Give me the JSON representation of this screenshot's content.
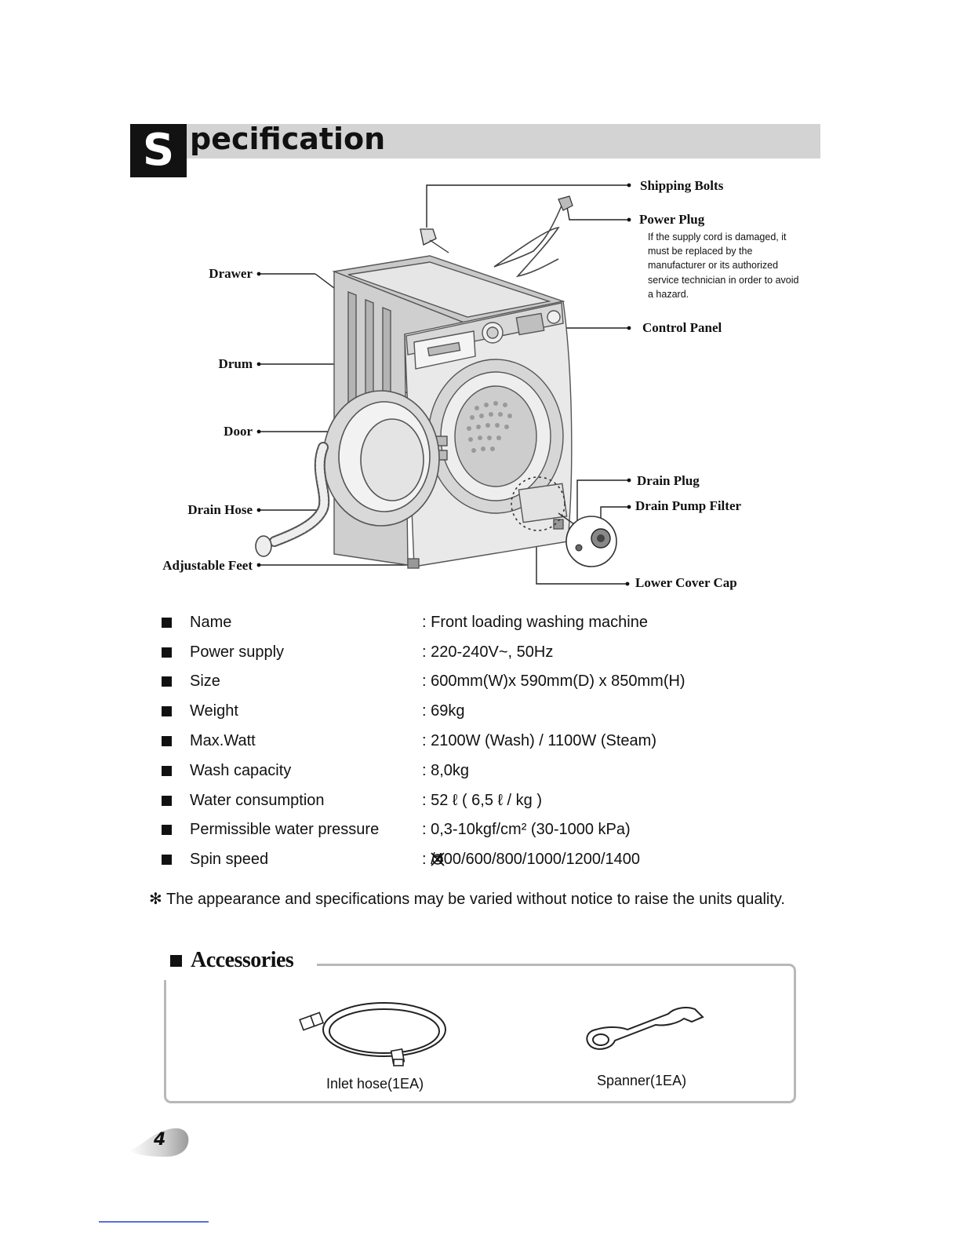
{
  "header": {
    "initial": "S",
    "rest": "pecification"
  },
  "diagram": {
    "labels": {
      "drawer": "Drawer",
      "drum": "Drum",
      "door": "Door",
      "drain_hose": "Drain Hose",
      "adjustable_feet": "Adjustable Feet",
      "shipping_bolts": "Shipping Bolts",
      "power_plug": "Power Plug",
      "control_panel": "Control Panel",
      "drain_plug": "Drain Plug",
      "drain_pump_filter": "Drain Pump Filter",
      "lower_cover_cap": "Lower Cover Cap"
    },
    "power_plug_note": "If the supply cord is damaged, it must be replaced by the manufacturer or its authorized service technician in order to avoid a hazard."
  },
  "specs": [
    {
      "name": "Name",
      "value": ": Front loading washing machine"
    },
    {
      "name": "Power supply",
      "value": ": 220-240V~, 50Hz"
    },
    {
      "name": "Size",
      "value": ": 600mm(W)x 590mm(D) x 850mm(H)"
    },
    {
      "name": "Weight",
      "value": ": 69kg"
    },
    {
      "name": "Max.Watt",
      "value": ": 2100W (Wash) / 1100W (Steam)"
    },
    {
      "name": "Wash capacity",
      "value": ": 8,0kg"
    },
    {
      "name": "Water consumption",
      "value": ": 52 ℓ ( 6,5 ℓ / kg )"
    },
    {
      "name": "Permissible water pressure",
      "value": ": 0,3-10kgf/cm² (30-1000 kPa)"
    },
    {
      "name": "Spin speed",
      "value": ":  /400/600/800/1000/1200/1400"
    }
  ],
  "footnote": {
    "mark": "✻",
    "text": "The appearance and specifications may be varied without notice to raise the units quality."
  },
  "accessories": {
    "title": "Accessories",
    "items": [
      {
        "label": "Inlet hose(1EA)",
        "icon": "inlet-hose-icon"
      },
      {
        "label": "Spanner(1EA)",
        "icon": "spanner-icon"
      }
    ]
  },
  "page_number": "4"
}
